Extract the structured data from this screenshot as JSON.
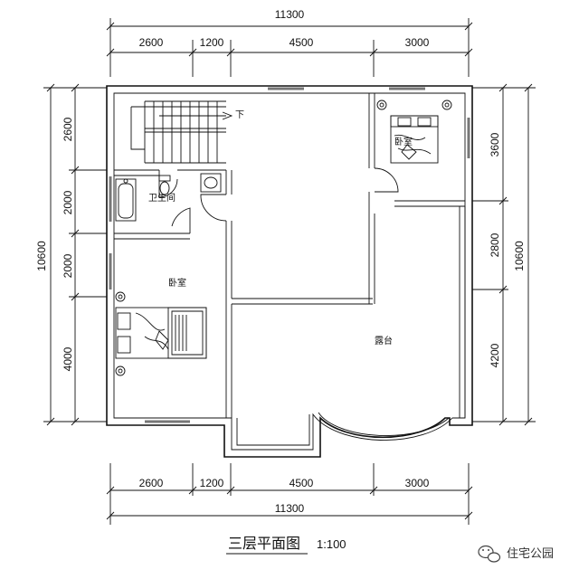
{
  "top_dims": {
    "total": "11300",
    "segments": [
      "2600",
      "1200",
      "4500",
      "3000"
    ]
  },
  "bottom_dims": {
    "total": "11300",
    "segments": [
      "2600",
      "1200",
      "4500",
      "3000"
    ]
  },
  "left_dims": {
    "total": "10600",
    "segments": [
      "2600",
      "2000",
      "2000",
      "4000"
    ]
  },
  "right_dims": {
    "total": "10600",
    "segments": [
      "3600",
      "2800",
      "4200"
    ]
  },
  "rooms": {
    "stair_down": "下",
    "bathroom": "卫生间",
    "bedroom_left": "卧室",
    "bedroom_right": "卧室",
    "terrace": "露台"
  },
  "title": {
    "name": "三层平面图",
    "scale": "1:100"
  },
  "watermark": {
    "text": "住宅公园",
    "icon": "wechat-icon"
  }
}
